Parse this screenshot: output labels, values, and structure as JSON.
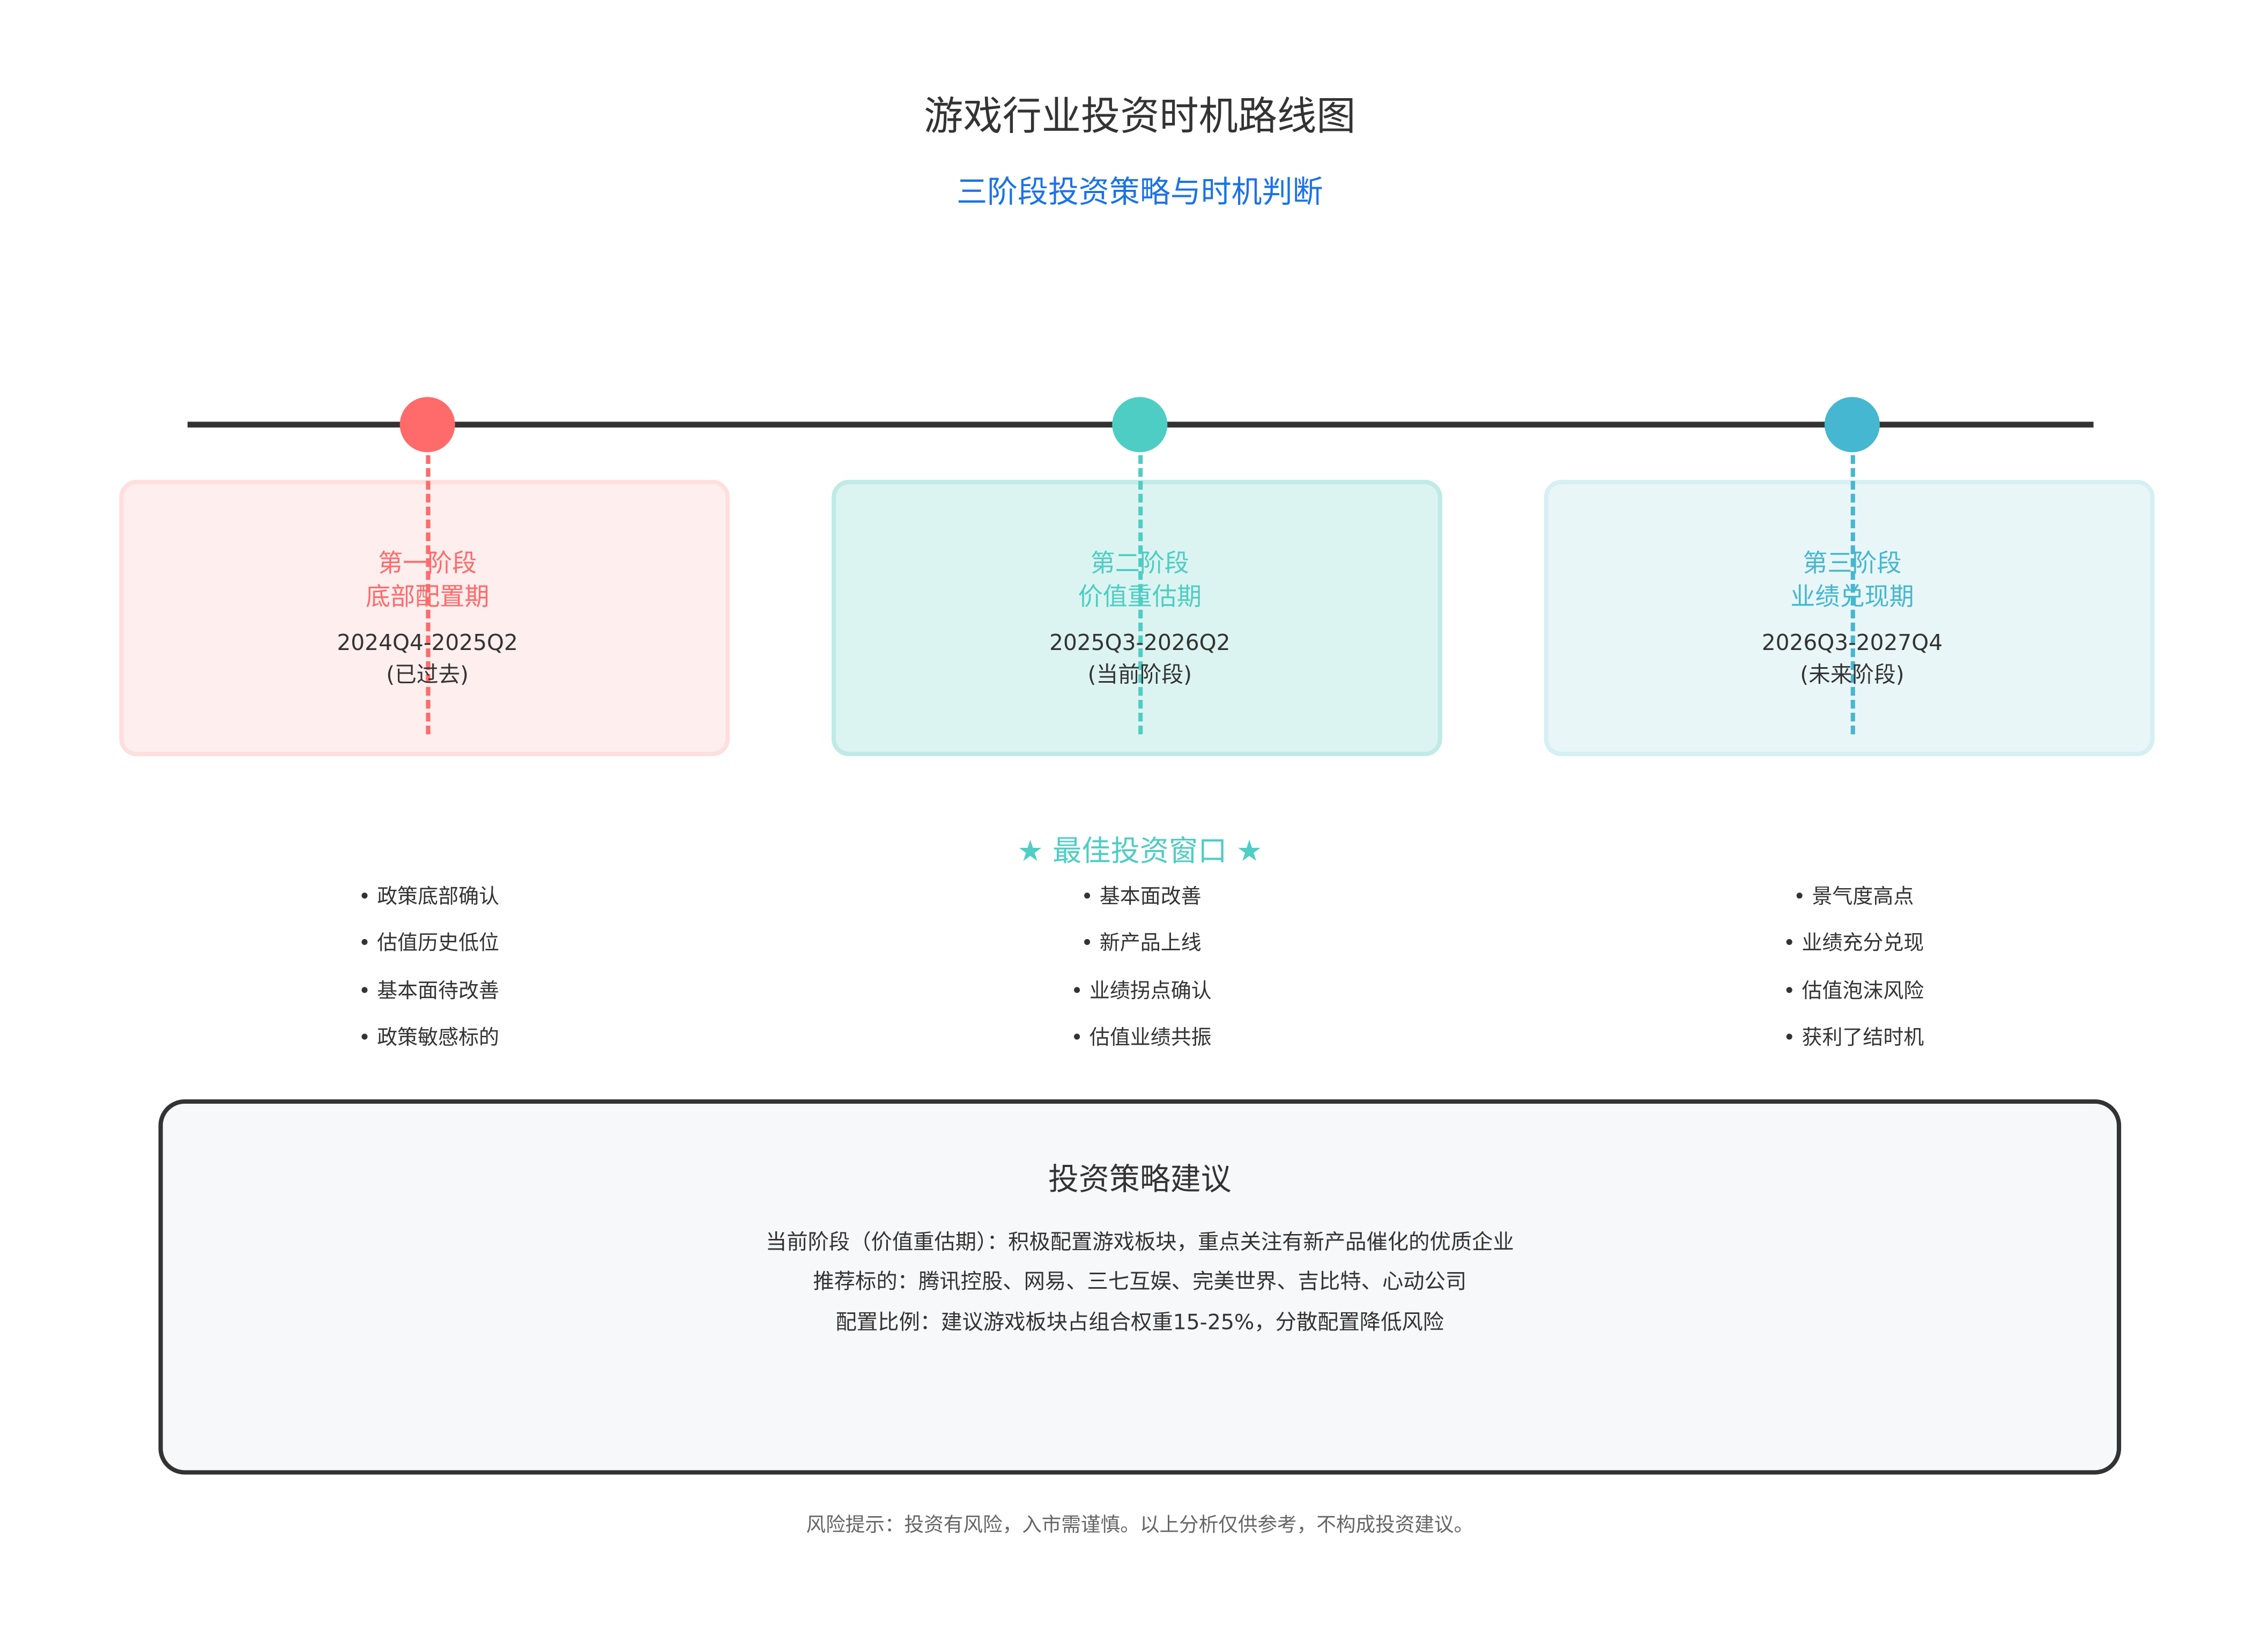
{
  "header": {
    "title": "游戏行业投资时机路线图",
    "subtitle": "三阶段投资策略与时机判断"
  },
  "colors": {
    "stage1": "#ff6b6b",
    "stage2": "#4ecdc4",
    "stage3": "#45b7d1",
    "subtitle": "#1a73e8"
  },
  "stages": [
    {
      "title": "第一阶段",
      "name": "底部配置期",
      "period": "2024Q4-2025Q2",
      "status": "(已过去)",
      "points": [
        "• 政策底部确认",
        "• 估值历史低位",
        "• 基本面待改善",
        "• 政策敏感标的"
      ]
    },
    {
      "title": "第二阶段",
      "name": "价值重估期",
      "period": "2025Q3-2026Q2",
      "status": "(当前阶段)",
      "badge": "★ 最佳投资窗口 ★",
      "points": [
        "• 基本面改善",
        "• 新产品上线",
        "• 业绩拐点确认",
        "• 估值业绩共振"
      ]
    },
    {
      "title": "第三阶段",
      "name": "业绩兑现期",
      "period": "2026Q3-2027Q4",
      "status": "(未来阶段)",
      "points": [
        "• 景气度高点",
        "• 业绩充分兑现",
        "• 估值泡沫风险",
        "• 获利了结时机"
      ]
    }
  ],
  "strategy": {
    "title": "投资策略建议",
    "lines": [
      "当前阶段（价值重估期）：积极配置游戏板块，重点关注有新产品催化的优质企业",
      "推荐标的：腾讯控股、网易、三七互娱、完美世界、吉比特、心动公司",
      "配置比例：建议游戏板块占组合权重15-25%，分散配置降低风险"
    ]
  },
  "footer": "风险提示：投资有风险，入市需谨慎。以上分析仅供参考，不构成投资建议。"
}
